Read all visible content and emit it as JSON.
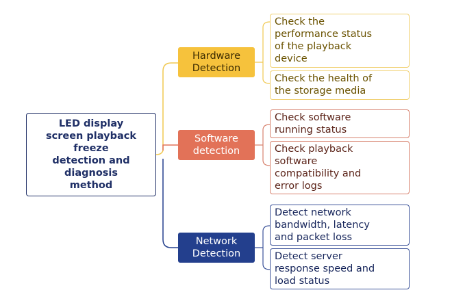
{
  "root": {
    "label": "LED display\nscreen playback\nfreeze\ndetection and\ndiagnosis\nmethod"
  },
  "branches": [
    {
      "label": "Hardware\nDetection",
      "color": "#f6c23c",
      "items": [
        "Check the\nperformance status\nof the playback\ndevice",
        "Check the health of\nthe storage media"
      ]
    },
    {
      "label": "Software\ndetection",
      "color": "#e27258",
      "items": [
        "Check software\nrunning status",
        "Check playback\nsoftware\ncompatibility and\nerror logs"
      ]
    },
    {
      "label": "Network\nDetection",
      "color": "#233f8d",
      "items": [
        "Detect network\nbandwidth, latency\nand packet loss",
        "Detect server\nresponse speed and\nload status"
      ]
    }
  ]
}
